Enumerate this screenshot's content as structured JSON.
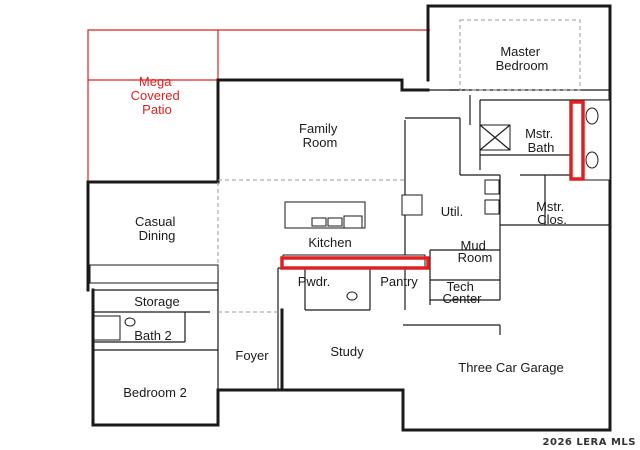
{
  "rooms": {
    "master_bedroom": [
      "Master",
      "Bedroom"
    ],
    "mega_covered_patio": [
      "Mega",
      "Covered",
      "Patio"
    ],
    "family_room": [
      "Family",
      "Room"
    ],
    "mstr_bath": [
      "Mstr.",
      "Bath"
    ],
    "casual_dining": [
      "Casual",
      "Dining"
    ],
    "util": "Util.",
    "mstr_clos": [
      "Mstr.",
      "Clos."
    ],
    "kitchen": "Kitchen",
    "mud_room": [
      "Mud",
      "Room"
    ],
    "pwdr": "Pwdr.",
    "pantry": "Pantry",
    "tech_center": [
      "Tech",
      "Center"
    ],
    "storage": "Storage",
    "bath_2": "Bath 2",
    "foyer": "Foyer",
    "study": "Study",
    "three_car_garage": "Three Car Garage",
    "bedroom_2": "Bedroom 2"
  },
  "watermark": "2026 LERA MLS",
  "colors": {
    "walls": "#1a1a1a",
    "patio_outline": "#e02020",
    "label_red": "#e02020"
  }
}
